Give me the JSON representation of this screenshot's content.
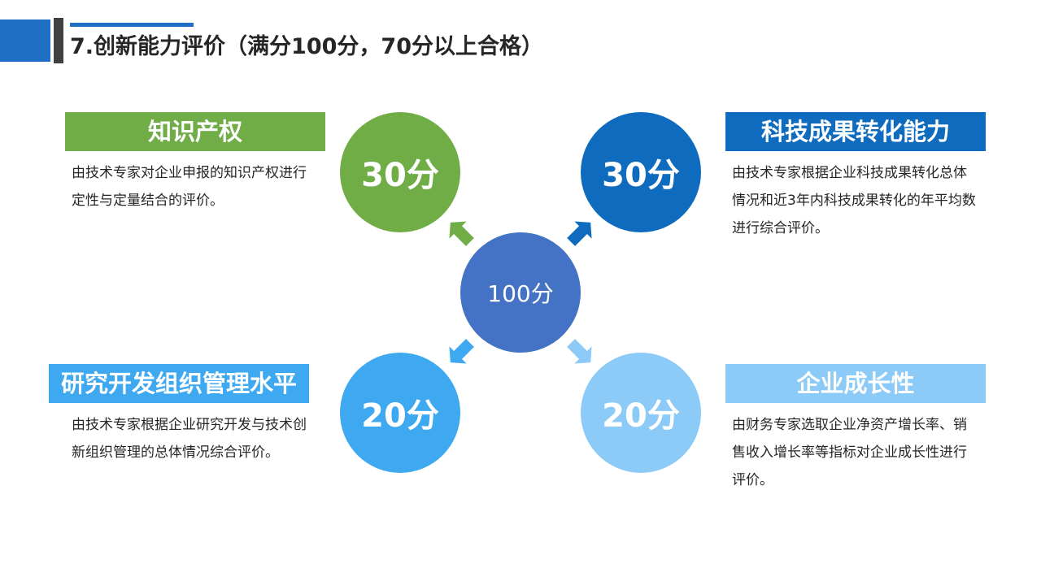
{
  "header": {
    "title": "7.创新能力评价（满分100分，70分以上合格）"
  },
  "center": {
    "label": "100分"
  },
  "items": [
    {
      "title": "知识产权",
      "score": "30分",
      "color": "#70ad47",
      "desc": "由技术专家对企业申报的知识产权进行定性与定量结合的评价。"
    },
    {
      "title": "科技成果转化能力",
      "score": "30分",
      "color": "#0e6bbd",
      "desc": "由技术专家根据企业科技成果转化总体情况和近3年内科技成果转化的年平均数进行综合评价。"
    },
    {
      "title": "研究开发组织管理水平",
      "score": "20分",
      "color": "#3ea8f0",
      "desc": "由技术专家根据企业研究开发与技术创新组织管理的总体情况综合评价。"
    },
    {
      "title": "企业成长性",
      "score": "20分",
      "color": "#8ccaf7",
      "desc": "由财务专家选取企业净资产增长率、销售收入增长率等指标对企业成长性进行评价。"
    }
  ]
}
